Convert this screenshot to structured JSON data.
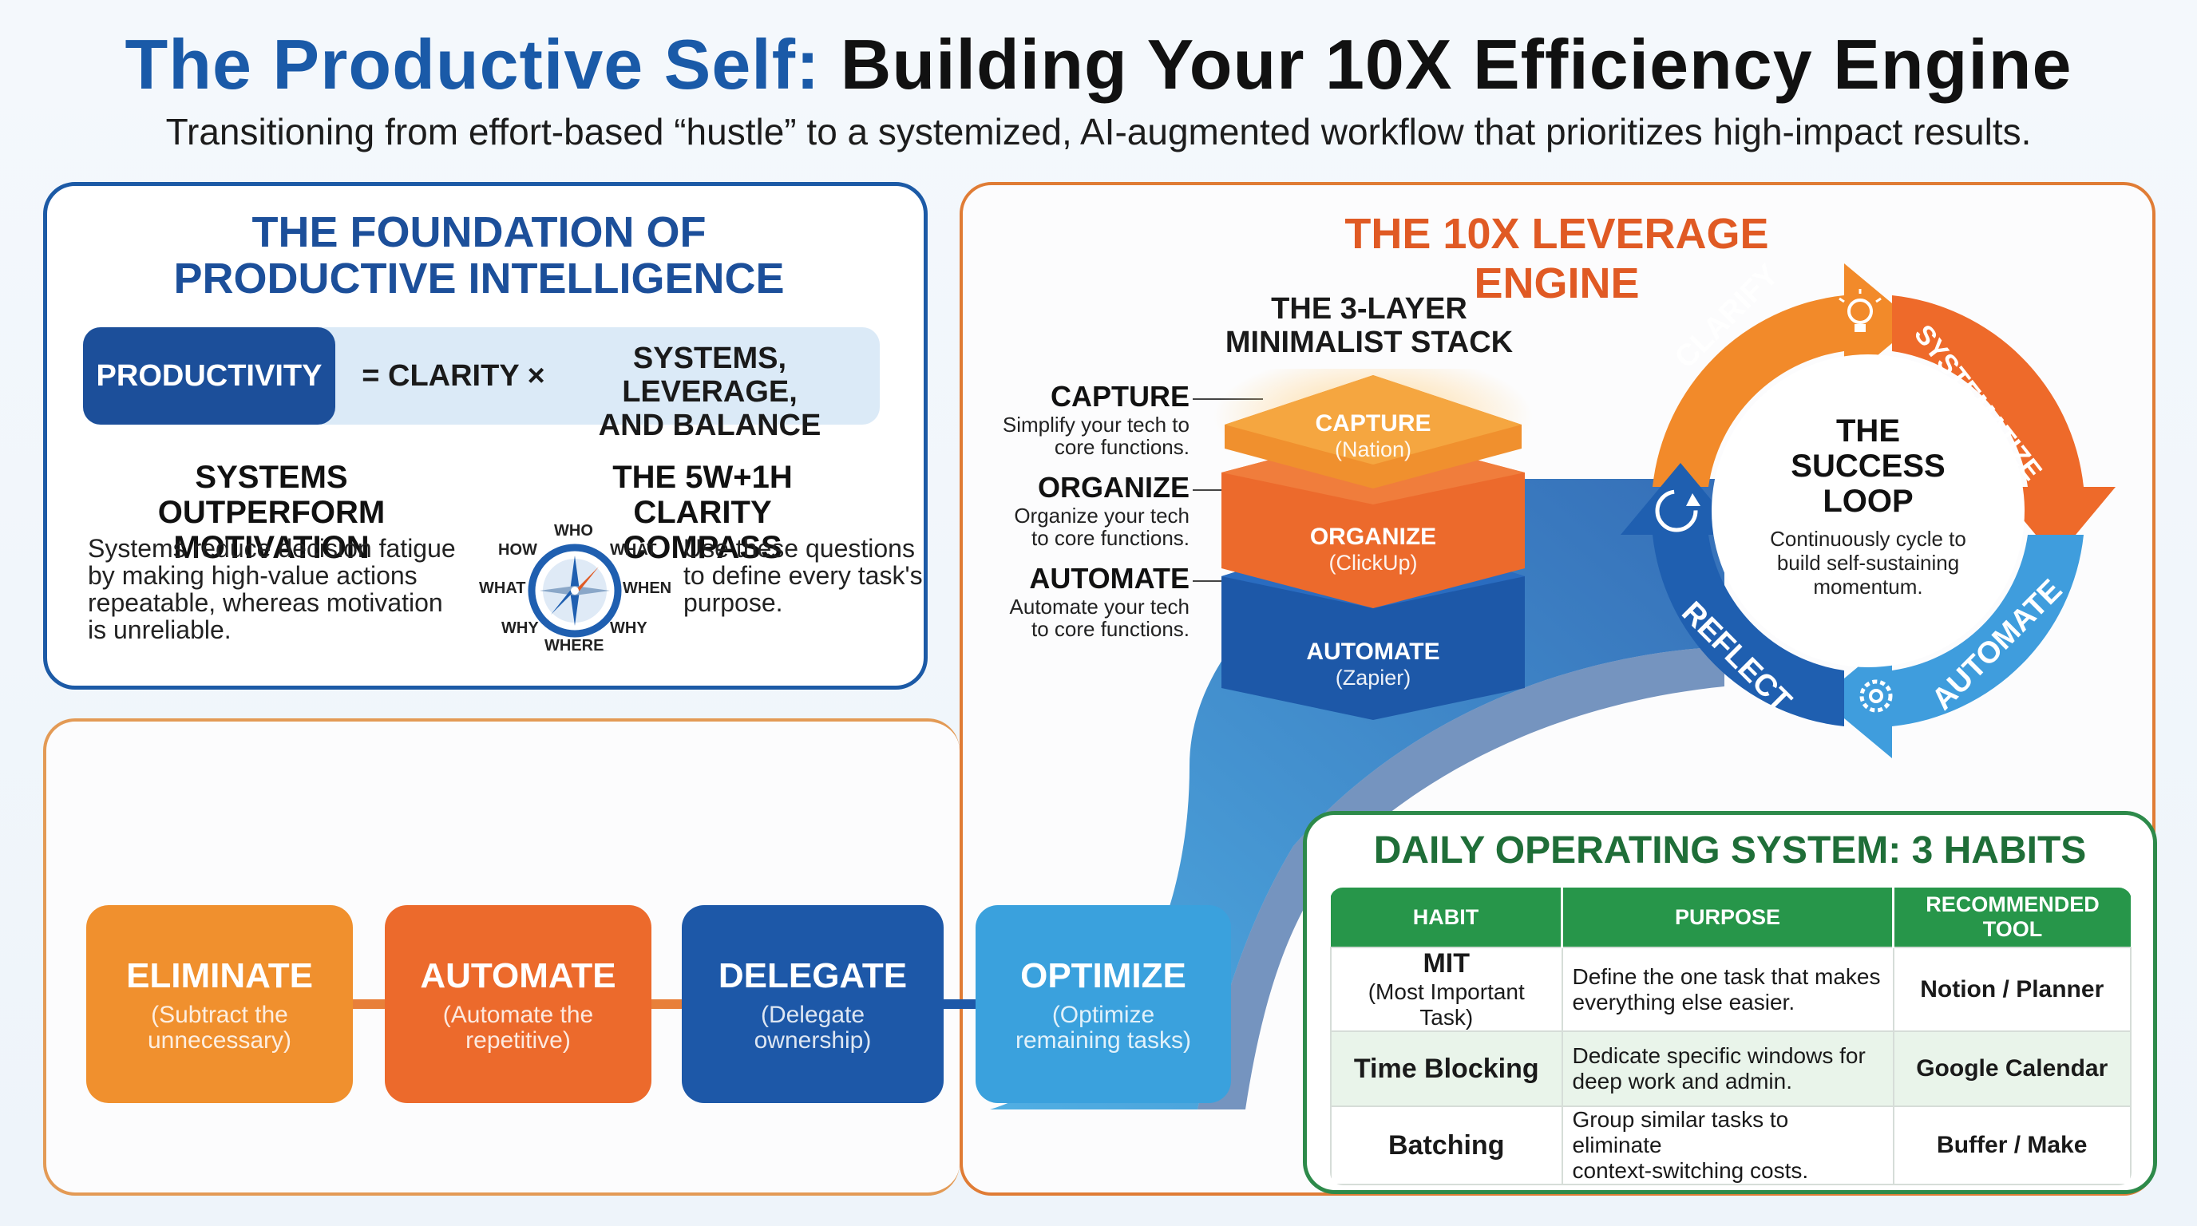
{
  "header": {
    "title_part1": "The Productive Self:",
    "title_part2": "Building Your 10X Efficiency Engine",
    "subtitle": "Transitioning from effort-based “hustle” to a systemized, AI-augmented workflow that prioritizes high-impact results."
  },
  "foundation": {
    "title": "THE FOUNDATION OF PRODUCTIVE INTELLIGENCE",
    "equation": {
      "lhs": "PRODUCTIVITY",
      "eq": "= CLARITY ×",
      "rhs_line1": "SYSTEMS, LEVERAGE,",
      "rhs_line2": "AND BALANCE"
    },
    "systems": {
      "heading": "SYSTEMS OUTPERFORM MOTIVATION",
      "body": "Systems reduce decision fatigue by making high-value actions repeatable, whereas motivation is unreliable."
    },
    "compass": {
      "heading": "THE 5W+1H CLARITY COMPASS",
      "body": "Use these questions to define every task's purpose.",
      "words": {
        "top": "WHO",
        "tl": "HOW",
        "tr": "WHAT",
        "left": "WHAT",
        "right": "WHEN",
        "bl": "WHY",
        "br": "WHY",
        "bottom": "WHERE"
      }
    }
  },
  "leverage": {
    "title": "THE 10X LEVERAGE ENGINE",
    "stack": {
      "title_line1": "THE 3-LAYER",
      "title_line2": "MINIMALIST STACK",
      "layers": [
        {
          "side_title": "CAPTURE",
          "side_l1": "Simplify your tech to",
          "side_l2": "core functions.",
          "label": "CAPTURE",
          "tool": "(Nation)"
        },
        {
          "side_title": "ORGANIZE",
          "side_l1": "Organize your tech",
          "side_l2": "to core functions.",
          "label": "ORGANIZE",
          "tool": "(ClickUp)"
        },
        {
          "side_title": "AUTOMATE",
          "side_l1": "Automate your tech",
          "side_l2": "to core functions.",
          "label": "AUTOMATE",
          "tool": "(Zapier)"
        }
      ]
    },
    "loop": {
      "center_l1": "THE",
      "center_l2": "SUCCESS",
      "center_l3": "LOOP",
      "body_l1": "Continuously cycle to",
      "body_l2": "build self-sustaining",
      "body_l3": "momentum.",
      "segments": [
        "CLARIFY",
        "SYSTEMATIZE",
        "AUTOMATE",
        "REFLECT"
      ],
      "colors": {
        "clarify": "#f28a2a",
        "systematize": "#ee6a2a",
        "automate": "#3f9ddd",
        "reflect": "#1f5fb0"
      }
    }
  },
  "process": {
    "steps": [
      {
        "title": "ELIMINATE",
        "sub_l1": "(Subtract the",
        "sub_l2": "unnecessary)",
        "color": "#f0902e"
      },
      {
        "title": "AUTOMATE",
        "sub_l1": "(Automate the",
        "sub_l2": "repetitive)",
        "color": "#ec6a2c"
      },
      {
        "title": "DELEGATE",
        "sub_l1": "(Delegate",
        "sub_l2": "ownership)",
        "color": "#1d58a8"
      },
      {
        "title": "OPTIMIZE",
        "sub_l1": "(Optimize",
        "sub_l2": "remaining tasks)",
        "color": "#3aa1dd"
      }
    ]
  },
  "habits": {
    "title": "DAILY OPERATING SYSTEM: 3 HABITS",
    "columns": [
      "HABIT",
      "PURPOSE",
      "RECOMMENDED TOOL"
    ],
    "rows": [
      {
        "habit": "MIT",
        "habit_sub": "(Most Important Task)",
        "purpose_l1": "Define the one task that makes",
        "purpose_l2": "everything else easier.",
        "tool": "Notion / Planner"
      },
      {
        "habit": "Time Blocking",
        "habit_sub": "",
        "purpose_l1": "Dedicate specific windows for",
        "purpose_l2": "deep work and admin.",
        "tool": "Google Calendar"
      },
      {
        "habit": "Batching",
        "habit_sub": "",
        "purpose_l1": "Group similar tasks to eliminate",
        "purpose_l2": "context-switching costs.",
        "tool": "Buffer / Make"
      }
    ]
  }
}
